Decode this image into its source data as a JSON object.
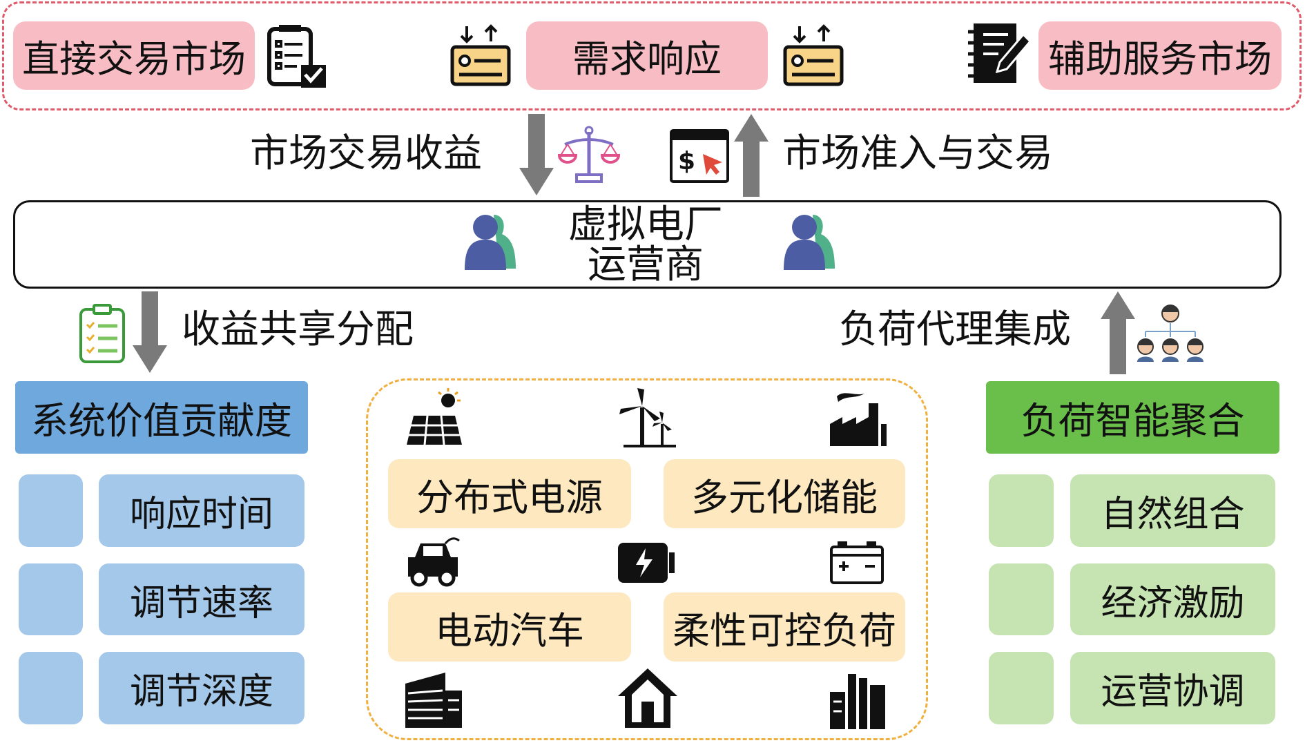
{
  "market": {
    "items": [
      "直接交易市场",
      "需求响应",
      "辅助服务市场"
    ]
  },
  "flows": {
    "revenue": "市场交易收益",
    "access": "市场准入与交易",
    "share": "收益共享分配",
    "agent": "负荷代理集成"
  },
  "vpp": {
    "line1": "虚拟电厂",
    "line2": "运营商"
  },
  "left": {
    "title": "系统价值贡献度",
    "items": [
      "响应时间",
      "调节速率",
      "调节深度"
    ]
  },
  "center": {
    "items": [
      "分布式电源",
      "多元化储能",
      "电动汽车",
      "柔性可控负荷"
    ]
  },
  "right": {
    "title": "负荷智能聚合",
    "items": [
      "自然组合",
      "经济激励",
      "运营协调"
    ]
  },
  "colors": {
    "market_border": "#e05a6a",
    "market_fill": "#f8bdc4",
    "blue": "#6fa8dc",
    "light_blue": "#a4c8ea",
    "green": "#6abf4b",
    "light_green": "#c6e3b2",
    "yellow": "#fde8bf",
    "orange_border": "#f0b040",
    "arrow": "#7a7a7a"
  }
}
